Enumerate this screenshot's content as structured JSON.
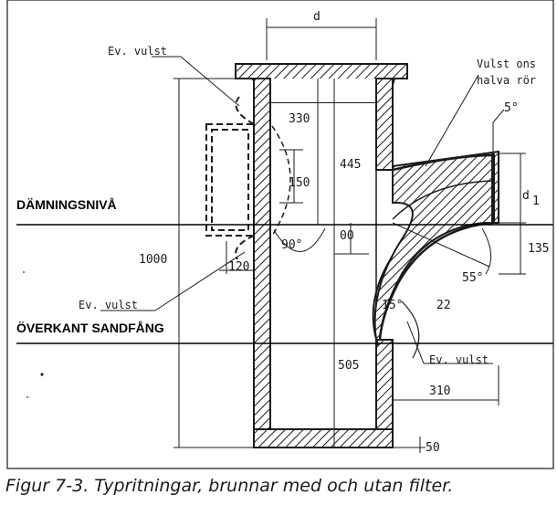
{
  "labels": {
    "d": "d",
    "ev_vulst_top": "Ev. vulst",
    "vulst_right_line1": "Vulst ons",
    "vulst_right_line2": "halva rör",
    "dim_330": "330",
    "dim_445": "445",
    "dim_150": "150",
    "dim_5deg": "5°",
    "dim_d1": "d",
    "dim_d1_sub": "1",
    "level_damning": "DÄMNINGSNIVÅ",
    "dim_00": "00",
    "dim_135": "135",
    "dim_90deg": "90°",
    "dim_1000": "1000",
    "dim_55deg": "55°",
    "dim_120": "120",
    "ev_vulst_left": "Ev. vulst",
    "dim_15deg": "15°",
    "dim_22": "22",
    "level_sandfang": "ÖVERKANT SANDFÅNG",
    "dim_505": "505",
    "ev_vulst_bottom": "Ev. vulst",
    "dim_310": "310",
    "dim_50": "50"
  },
  "caption": "Figur 7-3. Typritningar, brunnar med och utan filter."
}
